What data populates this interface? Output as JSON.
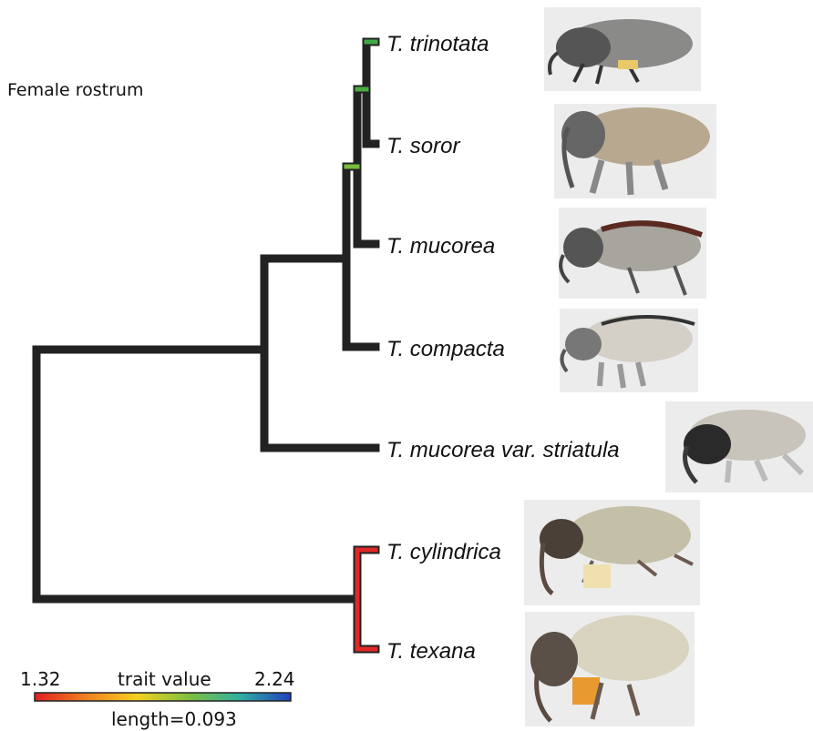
{
  "title": "Female rostrum",
  "legend": {
    "min_label": "1.32",
    "max_label": "2.24",
    "trait_label": "trait value",
    "length_label": "length=0.093",
    "gradient_colors": [
      "#e02020",
      "#f08020",
      "#f5d020",
      "#80c040",
      "#30b0a0",
      "#2040c0"
    ]
  },
  "taxa": [
    {
      "name": "T. trinotata",
      "color": "#4fb040",
      "image_name": "weevil-photo-trinotata"
    },
    {
      "name": "T. soror",
      "color": "#1f3fb0",
      "image_name": "weevil-photo-soror"
    },
    {
      "name": "T. mucorea",
      "color": "#d8d030",
      "image_name": "weevil-photo-mucorea"
    },
    {
      "name": "T. compacta",
      "color": "#e02828",
      "image_name": "weevil-photo-compacta"
    },
    {
      "name": "T. mucorea var. striatula",
      "color": "#e02828",
      "image_name": "weevil-photo-striatula"
    },
    {
      "name": "T. cylindrica",
      "color": "#e02828",
      "image_name": "weevil-photo-cylindrica"
    },
    {
      "name": "T. texana",
      "color": "#e02828",
      "image_name": "weevil-photo-texana"
    }
  ]
}
